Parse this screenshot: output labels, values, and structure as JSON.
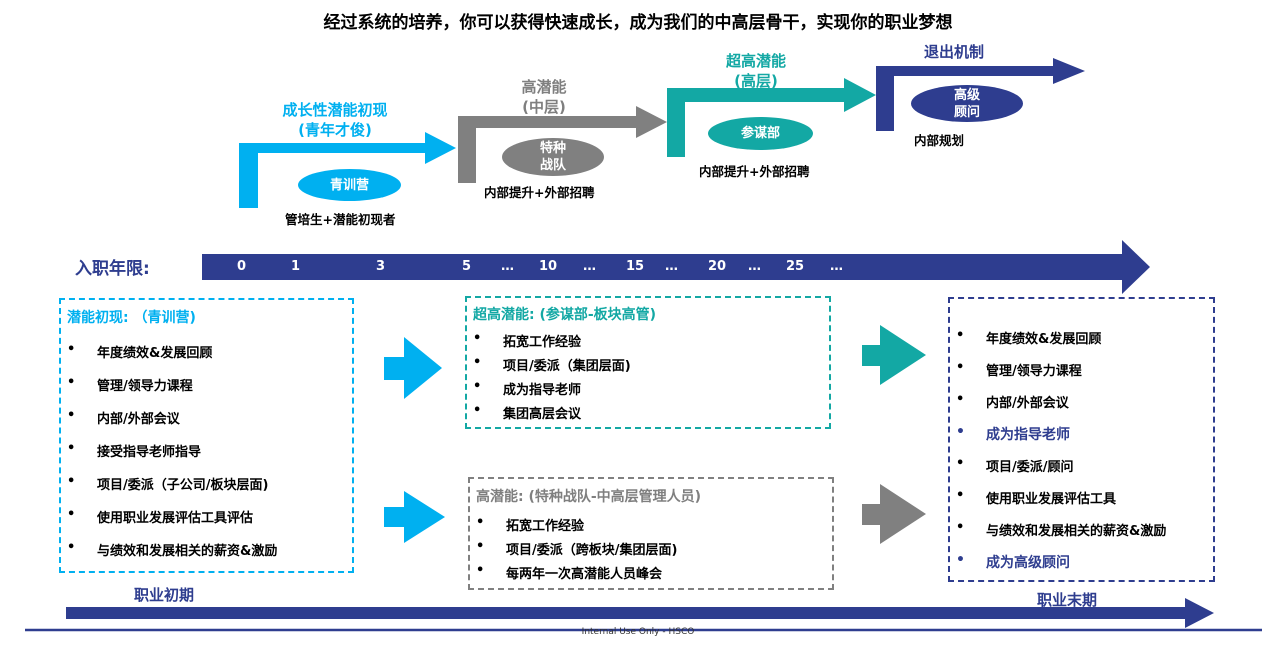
{
  "title": "经过系统的培养，你可以获得快速成长，成为我们的中高层骨干，实现你的职业梦想",
  "stages": [
    {
      "label": "成长性潜能初现\n(青年才俊)",
      "pill": "青训营",
      "sub": "管培生+潜能初现者",
      "color": "#00b0f0"
    },
    {
      "label": "高潜能\n(中层)",
      "pill": "特种\n战队",
      "sub": "内部提升+外部招聘",
      "color": "#808080"
    },
    {
      "label": "超高潜能\n(高层)",
      "pill": "参谋部",
      "sub": "内部提升+外部招聘",
      "color": "#13a8a4"
    },
    {
      "label": "退出机制",
      "pill": "高级\n顾问",
      "sub": "内部规划",
      "color": "#2e3d8f"
    }
  ],
  "timeline": {
    "label": "入职年限:",
    "ticks": [
      "0",
      "1",
      "3",
      "5",
      "…",
      "10",
      "…",
      "15",
      "…",
      "20",
      "…",
      "25",
      "…"
    ]
  },
  "boxes": {
    "early": {
      "title": "潜能初现: （青训营)",
      "items": [
        "年度绩效&发展回顾",
        "管理/领导力课程",
        "内部/外部会议",
        "接受指导老师指导",
        "项目/委派（子公司/板块层面)",
        "使用职业发展评估工具评估",
        "与绩效和发展相关的薪资&激励"
      ]
    },
    "super": {
      "title": "超高潜能: (参谋部-板块高管)",
      "items": [
        "拓宽工作经验",
        "项目/委派（集团层面)",
        "成为指导老师",
        "集团高层会议"
      ]
    },
    "high": {
      "title": "高潜能: (特种战队-中高层管理人员)",
      "items": [
        "拓宽工作经验",
        "项目/委派（跨板块/集团层面)",
        "每两年一次高潜能人员峰会"
      ]
    },
    "late": {
      "items": [
        {
          "text": "年度绩效&发展回顾",
          "highlight": false
        },
        {
          "text": "管理/领导力课程",
          "highlight": false
        },
        {
          "text": "内部/外部会议",
          "highlight": false
        },
        {
          "text": "成为指导老师",
          "highlight": true
        },
        {
          "text": "项目/委派/顾问",
          "highlight": false
        },
        {
          "text": "使用职业发展评估工具",
          "highlight": false
        },
        {
          "text": "与绩效和发展相关的薪资&激励",
          "highlight": false
        },
        {
          "text": "成为高级顾问",
          "highlight": true
        }
      ]
    }
  },
  "career": {
    "early_label": "职业初期",
    "late_label": "职业末期"
  },
  "footer": "Internal Use Only - HSCO",
  "colors": {
    "cyan": "#00b0f0",
    "gray": "#808080",
    "teal": "#13a8a4",
    "navy": "#2e3d8f",
    "highlight_text": "#2e3d8f"
  }
}
